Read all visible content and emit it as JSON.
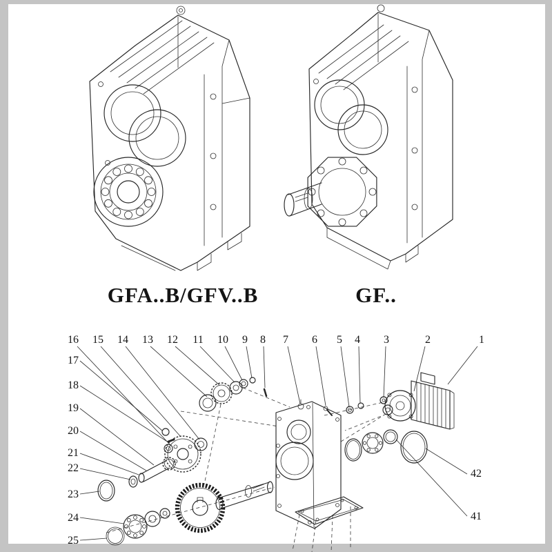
{
  "page": {
    "background": "#c4c4c4",
    "paper": "#ffffff",
    "ink": "#262626"
  },
  "figures": {
    "left_caption": "GFA..B/GFV..B",
    "right_caption": "GF.."
  },
  "exploded": {
    "top_row": [
      "16",
      "15",
      "14",
      "13",
      "12",
      "11",
      "10",
      "9",
      "8",
      "7",
      "6",
      "5",
      "4",
      "3",
      "2",
      "1"
    ],
    "left_col": [
      "17",
      "18",
      "19",
      "20",
      "21",
      "22",
      "23",
      "24",
      "25"
    ],
    "right_col": [
      "42",
      "41"
    ]
  }
}
